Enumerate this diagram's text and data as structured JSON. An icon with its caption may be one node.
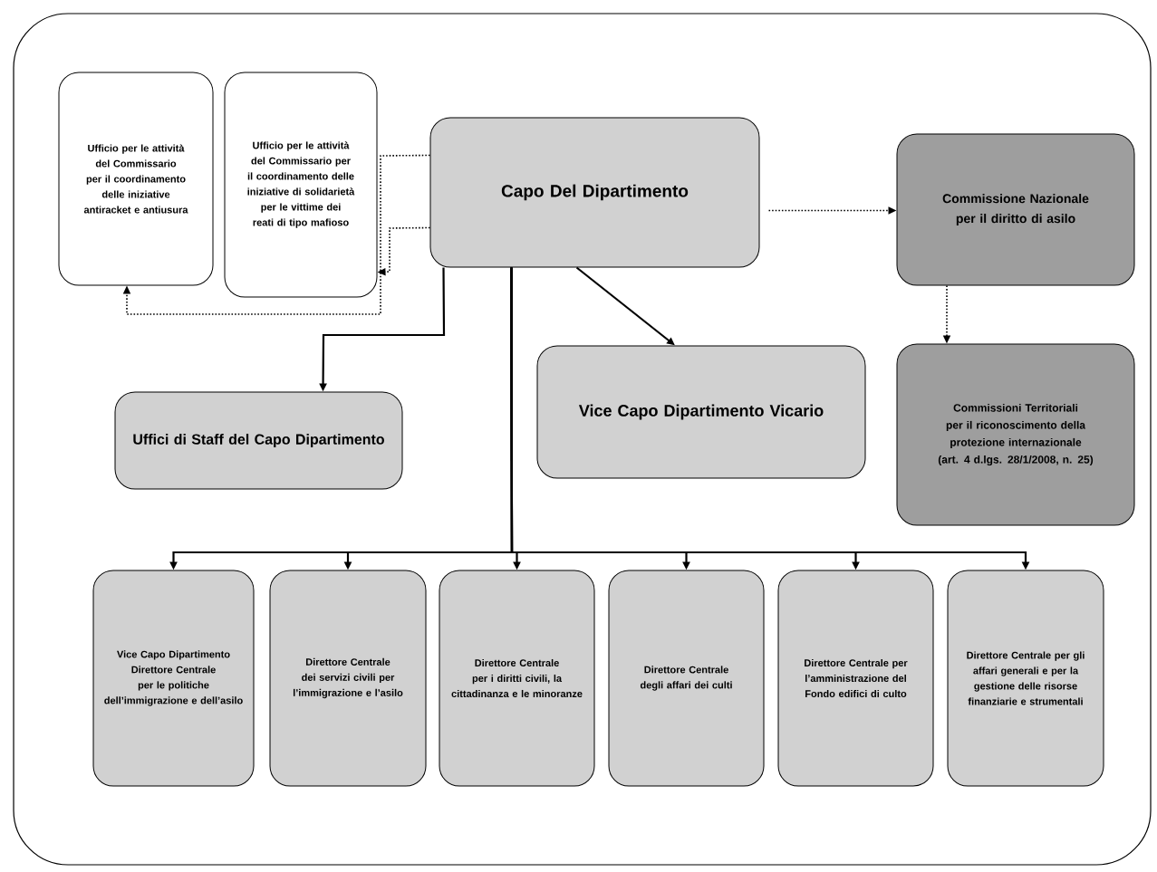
{
  "diagram": {
    "nodes": [
      {
        "text": [
          "Ufficio per le attività del Commissario per il coordinamento delle iniziative antiracket e antiusura"
        ]
      },
      {
        "text": [
          "Ufficio per le attività del Commissario per il coordinamento delle iniziative di solidarietà per le vittime dei reati di tipo mafioso"
        ]
      },
      {
        "text": [
          "Capo Del Dipartimento"
        ]
      },
      {
        "text": [
          "Commissione Nazionale per il diritto di asilo"
        ]
      },
      {
        "text": [
          "Commissioni Territoriali per il riconoscimento della protezione internazionale (art. 4 d.lgs. 28/1/2008, n. 25)"
        ]
      },
      {
        "text": [
          "Uffici di Staff del Capo Dipartimento"
        ]
      },
      {
        "text": [
          "Vice Capo Dipartimento Vicario"
        ]
      },
      {
        "text": [
          "Vice Capo Dipartimento Direttore Centrale per le politiche dell’immigrazione e dell’asilo"
        ]
      },
      {
        "text": [
          "Direttore Centrale dei servizi civili per l’immigrazione e l’asilo"
        ]
      },
      {
        "text": [
          "Direttore Centrale per i diritti civili, la cittadinanza e le minoranze"
        ]
      },
      {
        "text": [
          "Direttore Centrale degli affari dei culti"
        ]
      },
      {
        "text": [
          "Direttore Centrale per l’amministrazione del Fondo edifici di culto"
        ]
      },
      {
        "text": [
          "Direttore Centrale per gli affari generali e per la gestione delle risorse finanziarie e strumentali"
        ]
      }
    ],
    "edges": [
      {
        "from": 2,
        "to": 0,
        "arrow": "to",
        "style": "dashed"
      },
      {
        "from": 2,
        "to": 1,
        "arrow": "to",
        "style": "dashed"
      },
      {
        "from": 2,
        "to": 3,
        "arrow": "to",
        "style": "dashed"
      },
      {
        "from": 3,
        "to": 4,
        "arrow": "to",
        "style": "dashed"
      },
      {
        "from": 2,
        "to": 5,
        "arrow": "to"
      },
      {
        "from": 2,
        "to": 6,
        "arrow": "to"
      },
      {
        "from": 2,
        "to": 7,
        "arrow": "to"
      },
      {
        "from": 2,
        "to": 8,
        "arrow": "to"
      },
      {
        "from": 2,
        "to": 9,
        "arrow": "to"
      },
      {
        "from": 2,
        "to": 10,
        "arrow": "to"
      },
      {
        "from": 2,
        "to": 11,
        "arrow": "to"
      },
      {
        "from": 2,
        "to": 12,
        "arrow": "to"
      }
    ]
  }
}
